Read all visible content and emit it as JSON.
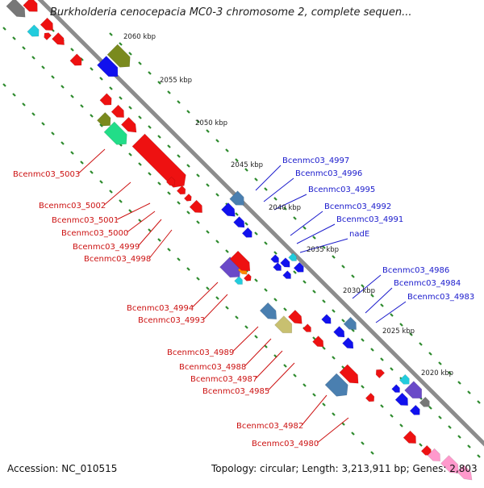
{
  "title": "Burkholderia cenocepacia MC0-3 chromosome 2, complete sequen...",
  "accession_text": "Accession: NC_010515",
  "summary_text": "Topology: circular; Length: 3,213,911 bp; Genes: 2,803",
  "colors": {
    "backbone": "#8c8c8c",
    "tick": "#2e8b2e",
    "label_forward": "#1a1acc",
    "label_reverse": "#cc1111",
    "gene_red": "#ee1111",
    "gene_blue": "#1111ee",
    "gene_olive": "#7a8a1e",
    "gene_steel": "#4a7fb0",
    "gene_cyan": "#22ccdd",
    "gene_purple": "#6a4ac8",
    "gene_khaki": "#c8c070",
    "gene_green": "#22dd88",
    "gene_orange": "#ff8800",
    "gene_pink": "#ff99cc",
    "gene_gray": "#777777"
  },
  "kbp_labels": [
    "2060 kbp",
    "2055 kbp",
    "2050 kbp",
    "2045 kbp",
    "2040 kbp",
    "2035 kbp",
    "2030 kbp",
    "2025 kbp",
    "2020 kbp"
  ],
  "forward_labels": [
    "Bcenmc03_4997",
    "Bcenmc03_4996",
    "Bcenmc03_4995",
    "Bcenmc03_4992",
    "Bcenmc03_4991",
    "nadE",
    "Bcenmc03_4986",
    "Bcenmc03_4984",
    "Bcenmc03_4983"
  ],
  "reverse_labels": [
    "Bcenmc03_5003",
    "Bcenmc03_5002",
    "Bcenmc03_5001",
    "Bcenmc03_5000",
    "Bcenmc03_4999",
    "Bcenmc03_4998",
    "Bcenmc03_4994",
    "Bcenmc03_4993",
    "Bcenmc03_4989",
    "Bcenmc03_4988",
    "Bcenmc03_4987",
    "Bcenmc03_4985",
    "Bcenmc03_4982",
    "Bcenmc03_4980"
  ]
}
